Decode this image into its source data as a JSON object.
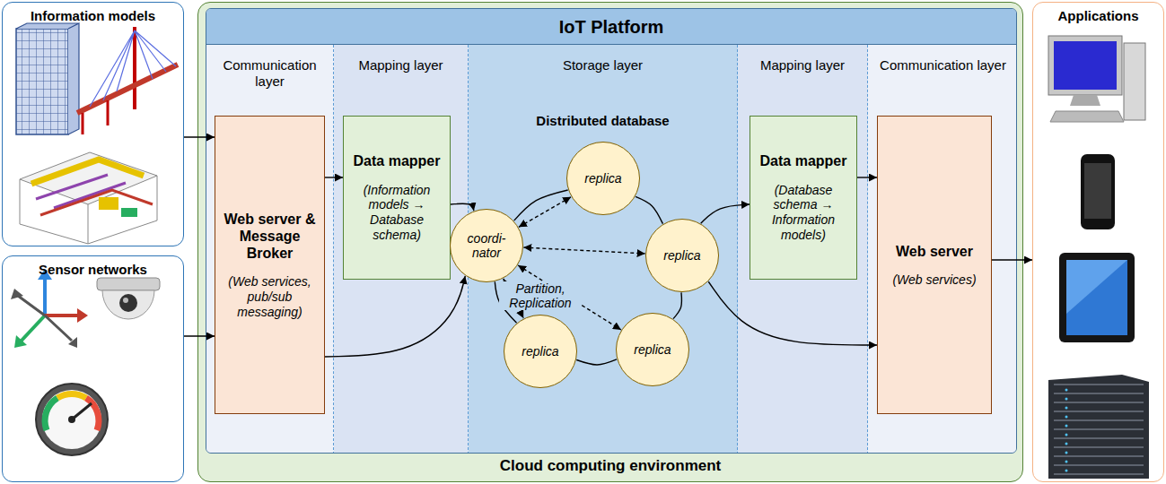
{
  "diagram": {
    "nodes": [
      {
        "text": [
          "Information models"
        ]
      },
      {
        "text": [
          "Sensor networks"
        ]
      },
      {
        "text": [
          "Cloud computing environment"
        ]
      },
      {
        "text": [
          "IoT Platform"
        ],
        "in": 2
      },
      {
        "text": [
          "Communication layer"
        ],
        "in": 3
      },
      {
        "text": [
          "Web server & Message Broker",
          "(Web services, pub/sub messaging)"
        ],
        "in": 4
      },
      {
        "text": [
          "Mapping layer"
        ],
        "in": 3
      },
      {
        "text": [
          "Data mapper",
          "(Information models → Database schema)"
        ],
        "in": 6
      },
      {
        "text": [
          "Storage layer",
          "Distributed database"
        ],
        "in": 3
      },
      {
        "text": [
          "coordi- nator"
        ],
        "in": 8
      },
      {
        "text": [
          "replica"
        ],
        "in": 8
      },
      {
        "text": [
          "replica"
        ],
        "in": 8
      },
      {
        "text": [
          "replica"
        ],
        "in": 8
      },
      {
        "text": [
          "replica"
        ],
        "in": 8
      },
      {
        "text": [
          "Mapping layer"
        ],
        "in": 3
      },
      {
        "text": [
          "Data mapper",
          "(Database schema → Information models)"
        ],
        "in": 14
      },
      {
        "text": [
          "Communication layer"
        ],
        "in": 3
      },
      {
        "text": [
          "Web server",
          "(Web services)"
        ],
        "in": 16
      },
      {
        "text": [
          "Applications"
        ]
      }
    ],
    "edges": [
      {
        "from": 0,
        "to": 5,
        "arrow": "to"
      },
      {
        "from": 1,
        "to": 5,
        "arrow": "to"
      },
      {
        "from": 5,
        "to": 7,
        "arrow": "to"
      },
      {
        "from": 7,
        "to": 9,
        "arrow": "to"
      },
      {
        "from": 5,
        "to": 9,
        "arrow": "to"
      },
      {
        "from": 9,
        "to": 10,
        "arrow": "both"
      },
      {
        "from": 9,
        "to": 11,
        "arrow": "both"
      },
      {
        "from": 9,
        "to": 12,
        "arrow": "both"
      },
      {
        "from": 9,
        "to": 13,
        "arrow": "both"
      },
      {
        "from": 9,
        "to": 10,
        "arrow": "none"
      },
      {
        "from": 10,
        "to": 11,
        "arrow": "none"
      },
      {
        "from": 11,
        "to": 12,
        "arrow": "none"
      },
      {
        "from": 12,
        "to": 13,
        "arrow": "none"
      },
      {
        "from": 13,
        "to": 9,
        "arrow": "none"
      },
      {
        "from": 11,
        "to": 15,
        "arrow": "to"
      },
      {
        "from": 15,
        "to": 17,
        "arrow": "to"
      },
      {
        "from": 11,
        "to": 17,
        "arrow": "to"
      },
      {
        "from": 17,
        "to": 18,
        "arrow": "to"
      }
    ],
    "labels": [
      "Partition, Replication"
    ]
  }
}
